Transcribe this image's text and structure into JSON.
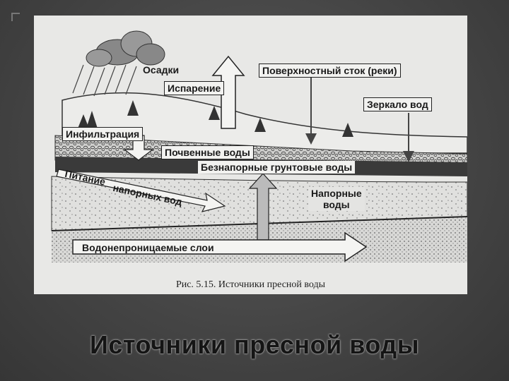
{
  "slide": {
    "title": "Источники пресной воды"
  },
  "figure": {
    "caption": "Рис. 5.15. Источники пресной воды",
    "labels": {
      "precipitation": "Осадки",
      "evaporation": "Испарение",
      "surface_runoff": "Поверхностный сток (реки)",
      "water_table": "Зеркало вод",
      "infiltration": "Инфильтрация",
      "soil_water": "Почвенные воды",
      "unconfined_groundwater": "Безнапорные грунтовые воды",
      "confined_recharge_line1": "Питание",
      "confined_recharge_line2": "напорных вод",
      "confined_water_line1": "Напорные",
      "confined_water_line2": "воды",
      "impermeable_layers": "Водонепроницаемые слои"
    },
    "colors": {
      "background": "#e8e8e6",
      "ink": "#1a1a1a",
      "slide_bg": "#454545"
    }
  }
}
